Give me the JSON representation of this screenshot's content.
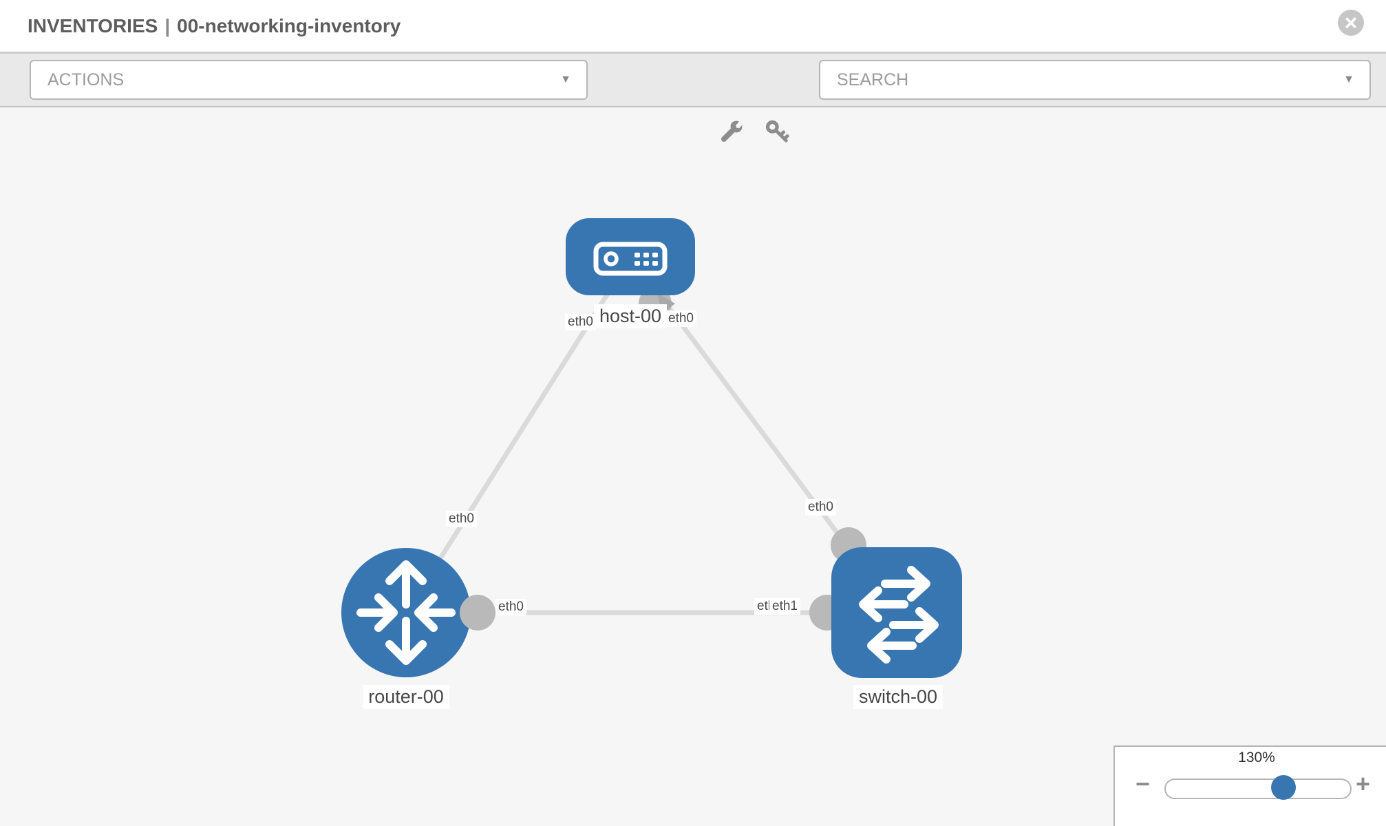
{
  "header": {
    "section": "INVENTORIES",
    "separator": "|",
    "name": "00-networking-inventory",
    "close_glyph": "×"
  },
  "toolbar": {
    "actions": "ACTIONS",
    "actions_chevron": "▼",
    "search": "SEARCH",
    "search_chevron": "▼",
    "icon_names": [
      "wrench-icon",
      "key-icon"
    ]
  },
  "topology": {
    "nodes": {
      "host": {
        "label": "host-00",
        "type": "host"
      },
      "router": {
        "label": "router-00",
        "type": "router"
      },
      "switch": {
        "label": "switch-00",
        "type": "switch"
      }
    },
    "ifaces": {
      "host_to_router": "eth0",
      "host_to_switch": "eth0",
      "router_host_link": "eth0",
      "switch_host_link": "eth0",
      "router_to_switch": "eth0",
      "switch_under": "eth0",
      "switch_to_router": "eth1"
    }
  },
  "zoom": {
    "value": "130%",
    "minus_glyph": "−",
    "plus_glyph": "+"
  },
  "colors": {
    "node_blue": "#3876b2",
    "link_gray": "#dadada",
    "connector_gray": "#b9b9b9",
    "toolbar_bg": "#e9e9e9",
    "canvas_bg": "#f6f6f6",
    "title_text": "#5d5d5d"
  }
}
